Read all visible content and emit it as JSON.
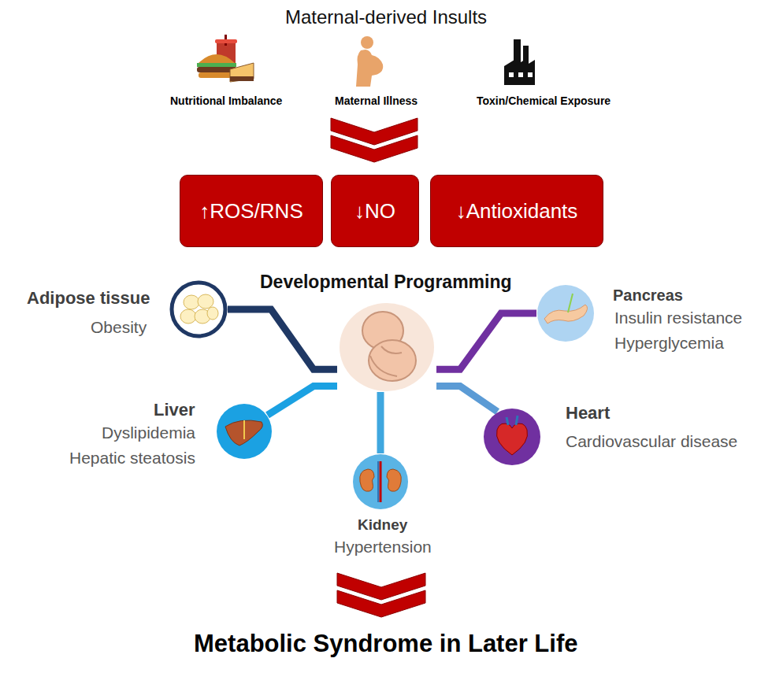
{
  "diagram": {
    "title": "Maternal-derived Insults",
    "caption": "Metabolic Syndrome in Later Life",
    "nodes": [
      {
        "text": [
          "↑ROS/RNS"
        ]
      },
      {
        "text": [
          "↓NO"
        ]
      },
      {
        "text": [
          "↓Antioxidants"
        ]
      },
      {
        "text": [
          "Developmental Programming"
        ]
      },
      {
        "text": [
          "Adipose tissue",
          "Obesity"
        ]
      },
      {
        "text": [
          "Pancreas",
          "Insulin resistance",
          "Hyperglycemia"
        ]
      },
      {
        "text": [
          "Liver",
          "Dyslipidemia",
          "Hepatic steatosis"
        ]
      },
      {
        "text": [
          "Heart",
          "Cardiovascular disease"
        ]
      },
      {
        "text": [
          "Kidney",
          "Hypertension"
        ]
      }
    ],
    "edges": [
      {
        "from": 3,
        "to": 4,
        "arrow": "none"
      },
      {
        "from": 3,
        "to": 5,
        "arrow": "none"
      },
      {
        "from": 3,
        "to": 6,
        "arrow": "none"
      },
      {
        "from": 3,
        "to": 7,
        "arrow": "none"
      },
      {
        "from": 3,
        "to": 8,
        "arrow": "none"
      }
    ],
    "labels": [
      "Nutritional Imbalance",
      "Maternal Illness",
      "Toxin/Chemical Exposure"
    ]
  }
}
